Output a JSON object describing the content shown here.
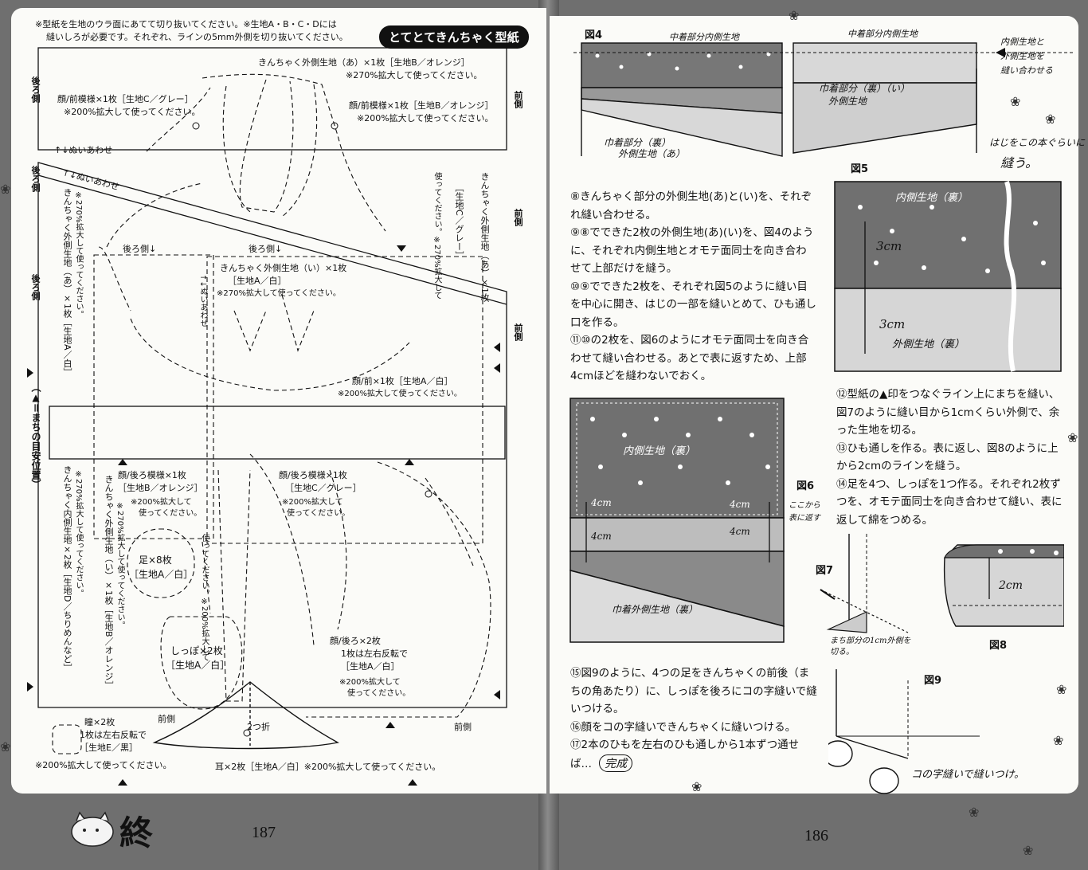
{
  "left": {
    "intro_line1": "※型紙を生地のウラ面にあてて切り抜いてください。※生地A・B・C・Dには",
    "intro_line2": "縫いしろが必要です。それぞれ、ラインの5mm外側を切り抜いてください。",
    "title": "とてとてきんちゃく型紙",
    "labels": {
      "outer_a": "きんちゃく外側生地（あ）×1枚［生地B／オレンジ］",
      "outer_a_scale": "※270%拡大して使ってください。",
      "face_front_pattern_c": "顔/前模様×1枚［生地C／グレー］",
      "face_front_pattern_c_scale": "※200%拡大して使ってください。",
      "face_front_pattern_b": "顔/前模様×1枚［生地B／オレンジ］",
      "face_front_pattern_b_scale": "※200%拡大して使ってください。",
      "sew_together_1": "↑↓ぬいあわせ",
      "sew_together_2": "↑↓ぬいあわせ",
      "back_side": "後ろ側",
      "front_side": "前側",
      "back_side_arrow_1": "後ろ側↓",
      "back_side_arrow_2": "後ろ側↓",
      "outer_i": "きんちゃく外側生地（い）×1枚",
      "outer_i_fabric": "［生地A／白］",
      "outer_i_scale": "※270%拡大して使ってください。",
      "sew_together_v": "↑↓ぬいあわせ",
      "face_front": "顔/前×1枚［生地A／白］",
      "face_front_scale": "※200%拡大して使ってください。",
      "face_back_pattern_b": "顔/後ろ模様×1枚",
      "face_back_pattern_b_fabric": "［生地B／オレンジ］",
      "face_back_pattern_b_scale1": "※200%拡大して",
      "face_back_pattern_b_scale2": "使ってください。",
      "face_back_pattern_c": "顔/後ろ模様×1枚",
      "face_back_pattern_c_fabric": "［生地C／グレー］",
      "face_back_pattern_c_scale1": "※200%拡大して",
      "face_back_pattern_c_scale2": "使ってください。",
      "foot": "足×8枚",
      "foot_fabric": "［生地A／白］",
      "tail": "しっぽ×2枚",
      "tail_fabric": "［生地A／白］",
      "face_back": "顔/後ろ×2枚",
      "face_back_note1": "1枚は左右反転で",
      "face_back_fabric": "［生地A／白］",
      "face_back_scale1": "※200%拡大して",
      "face_back_scale2": "使ってください。",
      "eye": "瞳×2枚",
      "eye_note1": "1枚は左右反転で",
      "eye_fabric": "［生地E／黒］",
      "eye_scale": "※200%拡大して使ってください。",
      "fold": "2つ折",
      "ear": "耳×2枚［生地A／白］※200%拡大して使ってください。",
      "gusset_mark": "（▲＝まちの目安位置）",
      "v_outer_a": "きんちゃく外側生地（あ）×1枚［生地A／白］",
      "v_outer_a_scale": "※270%拡大して使ってください。",
      "v_inner": "きんちゃく内側生地×2枚［生地D／ちりめんなど］",
      "v_inner_scale": "※270%拡大して使ってください。",
      "v_outer_i": "きんちゃく外側生地（い）×1枚［生地B／オレンジ］",
      "v_outer_i_scale": "※270%拡大して使ってください。",
      "v_foot_scale": "使ってください。※200%拡大して",
      "v_outer_a2": "きんちゃく外側生地（あ）×1枚",
      "v_outer_a2_fabric": "［生地C／グレー］",
      "v_outer_a2_scale": "使ってください。※270%拡大して"
    },
    "end_mark": "終",
    "page_number": "187"
  },
  "right": {
    "fig4": "図4",
    "fig4_top1": "中着部分内側生地",
    "fig4_top2": "中着部分内側生地",
    "fig4_part_i": "巾着部分（裏）（い）",
    "fig4_part_i2": "外側生地",
    "fig4_part_a": "巾着部分（裏）",
    "fig4_part_a2": "外側生地（あ）",
    "fig4_note1": "内側生地と",
    "fig4_note2": "外側生地を",
    "fig4_note3": "縫い合わせる",
    "fig5": "図5",
    "fig5_note1": "はじをこの本ぐらいに",
    "fig5_note2": "縫う。",
    "fig5_inner": "内側生地（裏）",
    "fig5_outer": "外側生地（裏）",
    "fig5_3cm_a": "3cm",
    "fig5_3cm_b": "3cm",
    "steps_a": [
      "⑧きんちゃく部分の外側生地(あ)と(い)を、それぞれ縫い合わせる。",
      "⑨⑧でできた2枚の外側生地(あ)(い)を、図4のように、それぞれ内側生地とオモテ面同士を向き合わせて上部だけを縫う。",
      "⑩⑨でできた2枚を、それぞれ図5のように縫い目を中心に開き、はじの一部を縫いとめて、ひも通し口を作る。",
      "⑪⑩の2枚を、図6のようにオモテ面同士を向き合わせて縫い合わせる。あとで表に返すため、上部4cmほどを縫わないでおく。"
    ],
    "fig6": "図6",
    "fig6_inner": "内側生地（裏）",
    "fig6_outer": "巾着外側生地（裏）",
    "fig6_4cm_1": "4cm",
    "fig6_4cm_2": "4cm",
    "fig6_4cm_3": "4cm",
    "fig6_4cm_4": "4cm",
    "fig6_note1": "ここから",
    "fig6_note2": "表に返す",
    "steps_b": [
      "⑫型紙の▲印をつなぐライン上にまちを縫い、図7のように縫い目から1cmくらい外側で、余った生地を切る。",
      "⑬ひも通しを作る。表に返し、図8のように上から2cmのラインを縫う。",
      "⑭足を4つ、しっぽを1つ作る。それぞれ2枚ずつを、オモテ面同士を向き合わせて縫い、表に返して綿をつめる。"
    ],
    "fig7": "図7",
    "fig7_note1": "まち部分の1cm外側を",
    "fig7_note2": "切る。",
    "fig8": "図8",
    "fig8_2cm": "2cm",
    "steps_c": [
      "⑮図9のように、4つの足をきんちゃくの前後（まちの角あたり）に、しっぽを後ろにコの字縫いで縫いつける。",
      "⑯顔をコの字縫いできんちゃくに縫いつける。",
      "⑰2本のひもを左右のひも通しから1本ずつ通せば…"
    ],
    "complete": "完成",
    "fig9": "図9",
    "fig9_note": "コの字縫いで縫いつけ。",
    "page_number": "186"
  }
}
